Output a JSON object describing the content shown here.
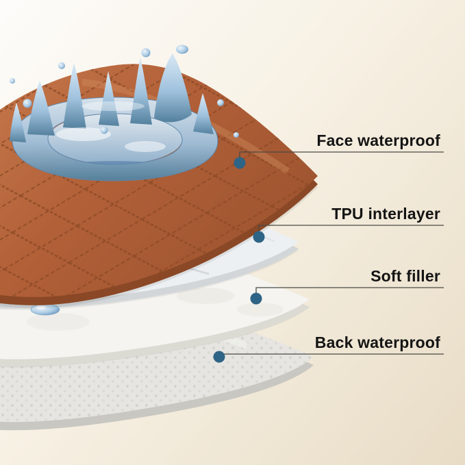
{
  "diagram": {
    "subject": "Waterproof pad layer structure",
    "layer_count": 4
  },
  "callouts": [
    {
      "label": "Face waterproof",
      "layer_color": "#b5663c"
    },
    {
      "label": "TPU interlayer",
      "layer_color": "#edf0f2"
    },
    {
      "label": "Soft filler",
      "layer_color": "#f5f4f0"
    },
    {
      "label": "Back waterproof",
      "layer_color": "#e6e5e1"
    }
  ],
  "colors": {
    "callout_dot": "#2e6486",
    "callout_line": "#4a4a44",
    "water_blue": "#5d8db8",
    "fabric_orange": "#b5663c",
    "background_start": "#fdfcfa",
    "background_end": "#e8dcc6"
  }
}
